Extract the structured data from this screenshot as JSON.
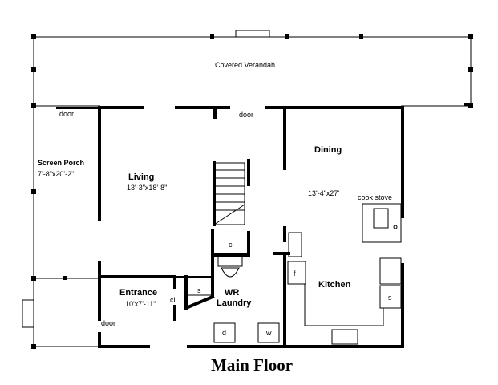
{
  "rooms": {
    "verandah": "Covered Verandah",
    "screen_porch": "Screen  Porch",
    "screen_porch_dim": "7'-8\"x20'-2\"",
    "living": "Living",
    "living_dim": "13'-3\"x18'-8\"",
    "dining": "Dining",
    "dining_dim": "13'-4\"x27'",
    "entrance": "Entrance",
    "entrance_dim": "10'x7'-11\"",
    "wr": "WR",
    "laundry": "Laundry",
    "kitchen": "Kitchen"
  },
  "labels": {
    "door_porch": "door",
    "door_living": "door",
    "door_entrance": "door",
    "cook_stove": "cook stove",
    "closet_stair": "cl",
    "closet_entrance": "cl",
    "shower": "s",
    "fridge": "f",
    "sink": "s",
    "dryer": "d",
    "washer": "w"
  },
  "title": "Main Floor"
}
